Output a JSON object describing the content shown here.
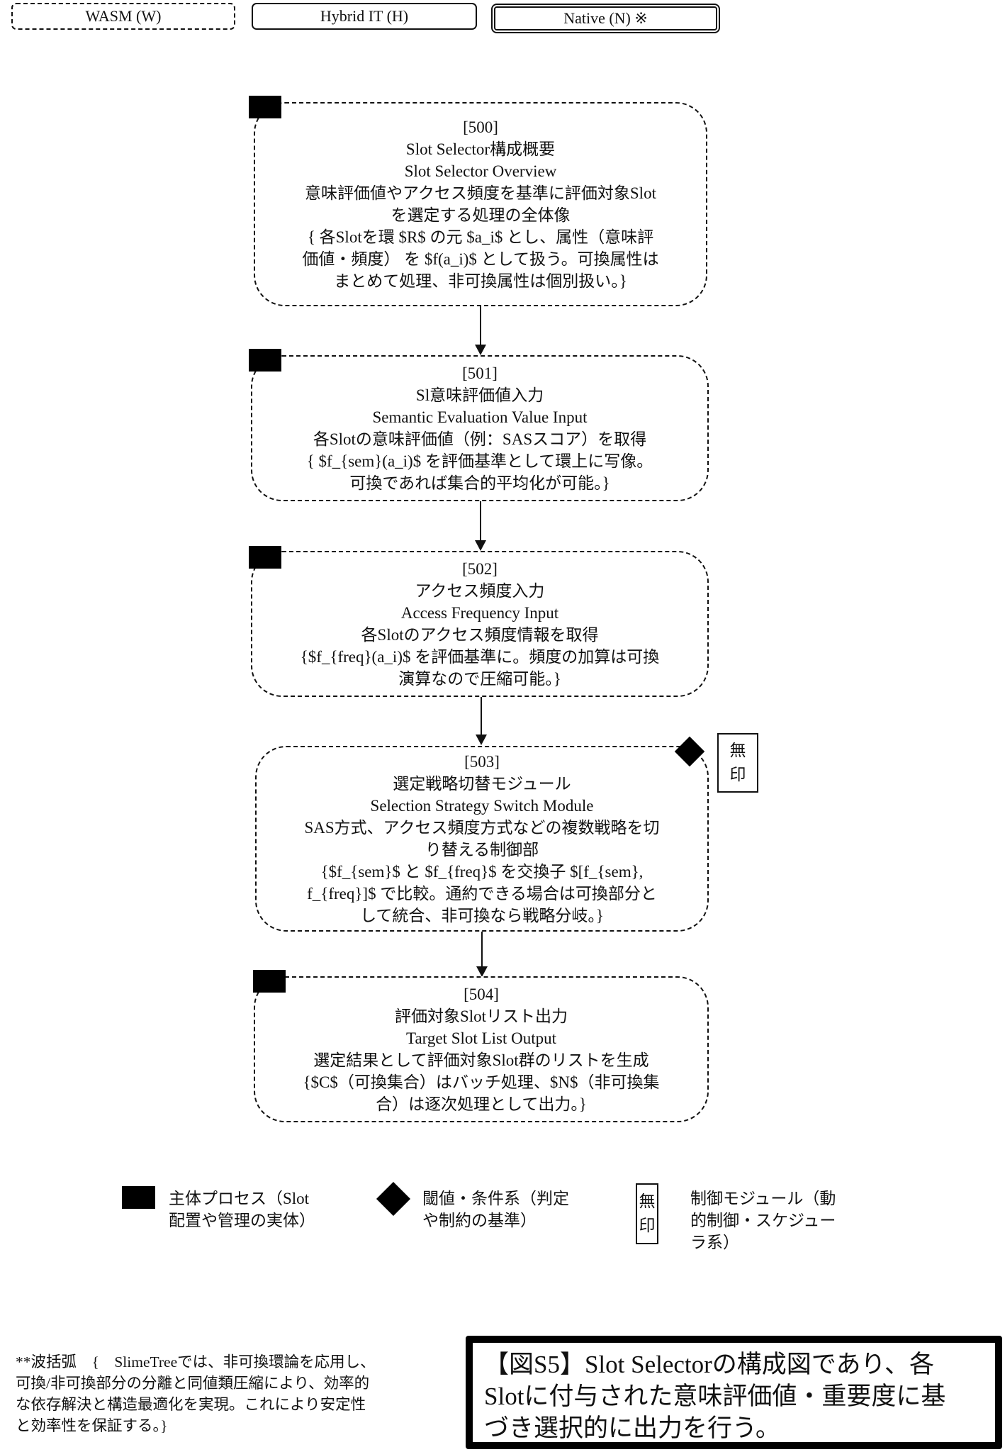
{
  "header": {
    "tabs": [
      {
        "label": "WASM (W)",
        "style": "dashed"
      },
      {
        "label": "Hybrid IT (H)",
        "style": "solid"
      },
      {
        "label": "Native (N) ※",
        "style": "double",
        "selected": true
      }
    ]
  },
  "nodes": [
    {
      "id": "[500]",
      "marker": "square",
      "lines": [
        "Slot Selector構成概要",
        "Slot Selector Overview",
        "意味評価値やアクセス頻度を基準に評価対象Slot",
        "を選定する処理の全体像",
        "{ 各Slotを環 $R$ の元 $a_i$ とし、属性（意味評",
        "価値・頻度） を $f(a_i)$ として扱う。可換属性は",
        "まとめて処理、非可換属性は個別扱い。}"
      ]
    },
    {
      "id": "[501]",
      "marker": "square",
      "lines": [
        "Sl意味評価値入力",
        "Semantic Evaluation Value Input",
        "各Slotの意味評価値（例：SASスコア）を取得",
        "{ $f_{sem}(a_i)$ を評価基準として環上に写像。",
        "可換であれば集合的平均化が可能。}"
      ]
    },
    {
      "id": "[502]",
      "marker": "square",
      "lines": [
        "アクセス頻度入力",
        "Access Frequency Input",
        "各Slotのアクセス頻度情報を取得",
        "{$f_{freq}(a_i)$ を評価基準に。頻度の加算は可換",
        "演算なので圧縮可能。}"
      ]
    },
    {
      "id": "[503]",
      "marker": "diamond",
      "control_label": [
        "無",
        "印"
      ],
      "lines": [
        "選定戦略切替モジュール",
        "Selection Strategy Switch Module",
        "SAS方式、アクセス頻度方式などの複数戦略を切",
        "り替える制御部",
        "{$f_{sem}$ と $f_{freq}$ を交換子 $[f_{sem},",
        "f_{freq}]$ で比較。通約できる場合は可換部分と",
        "して統合、非可換なら戦略分岐。}"
      ]
    },
    {
      "id": "[504]",
      "marker": "square",
      "lines": [
        "評価対象Slotリスト出力",
        "Target Slot List Output",
        "選定結果として評価対象Slot群のリストを生成",
        "{$C$（可換集合）はバッチ処理、$N$（非可換集",
        "合）は逐次処理として出力。}"
      ]
    }
  ],
  "legend": [
    {
      "icon": "square",
      "lines": [
        "主体プロセス（Slot",
        "配置や管理の実体）"
      ]
    },
    {
      "icon": "diamond",
      "lines": [
        "閾値・条件系（判定",
        "や制約の基準）"
      ]
    },
    {
      "icon": "control-box",
      "icon_label": [
        "無",
        "印"
      ],
      "lines": [
        "制御モジュール（動",
        "的制御・スケジュー",
        "ラ系）"
      ]
    }
  ],
  "footnote": {
    "lines": [
      "**波括弧　{　SlimeTreeでは、非可換環論を応用し、",
      "可換/非可換部分の分離と同値類圧縮により、効率的",
      "な依存解決と構造最適化を実現。これにより安定性",
      "と効率性を保証する。}"
    ]
  },
  "caption": {
    "lines": [
      "【図S5】Slot Selectorの構成図であり、各",
      "Slotに付与された意味評価値・重要度に基",
      "づき選択的に出力を行う。"
    ]
  }
}
